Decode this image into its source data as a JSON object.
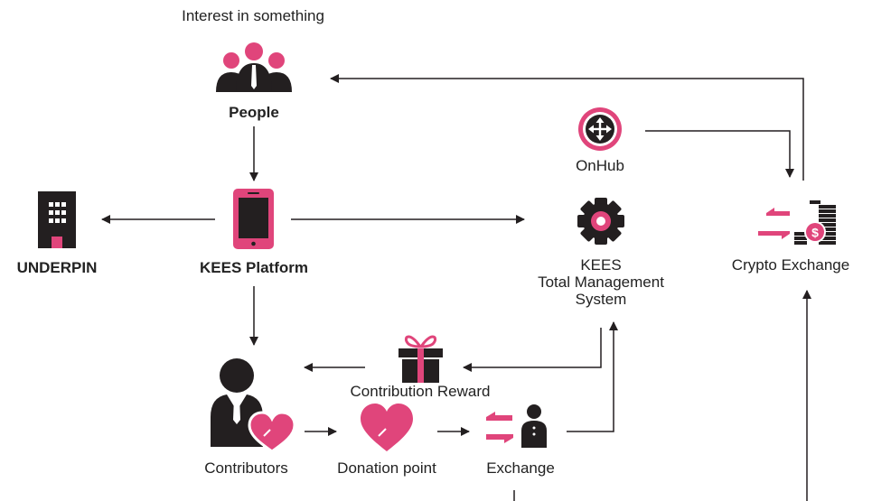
{
  "colors": {
    "accent": "#e0457b",
    "dark": "#231f20",
    "line": "#231f20"
  },
  "top_note": "Interest in something",
  "nodes": {
    "people": {
      "label": "People",
      "icon": "people-group-icon"
    },
    "kees_platform": {
      "label": "KEES Platform",
      "icon": "tablet-icon"
    },
    "underpin": {
      "label": "UNDERPIN",
      "icon": "building-icon"
    },
    "onhub": {
      "label": "OnHub",
      "icon": "move-arrows-icon"
    },
    "kees_tms": {
      "label_lines": [
        "KEES",
        "Total Management",
        "System"
      ],
      "icon": "gear-icon"
    },
    "crypto_exchange": {
      "label": "Crypto Exchange",
      "icon": "exchange-coins-icon"
    },
    "contribution_reward": {
      "label": "Contribution Reward",
      "icon": "gift-icon"
    },
    "contributors": {
      "label": "Contributors",
      "icon": "person-heart-icon"
    },
    "donation_point": {
      "label": "Donation point",
      "icon": "heart-icon"
    },
    "exchange": {
      "label": "Exchange",
      "icon": "exchange-person-icon"
    }
  }
}
